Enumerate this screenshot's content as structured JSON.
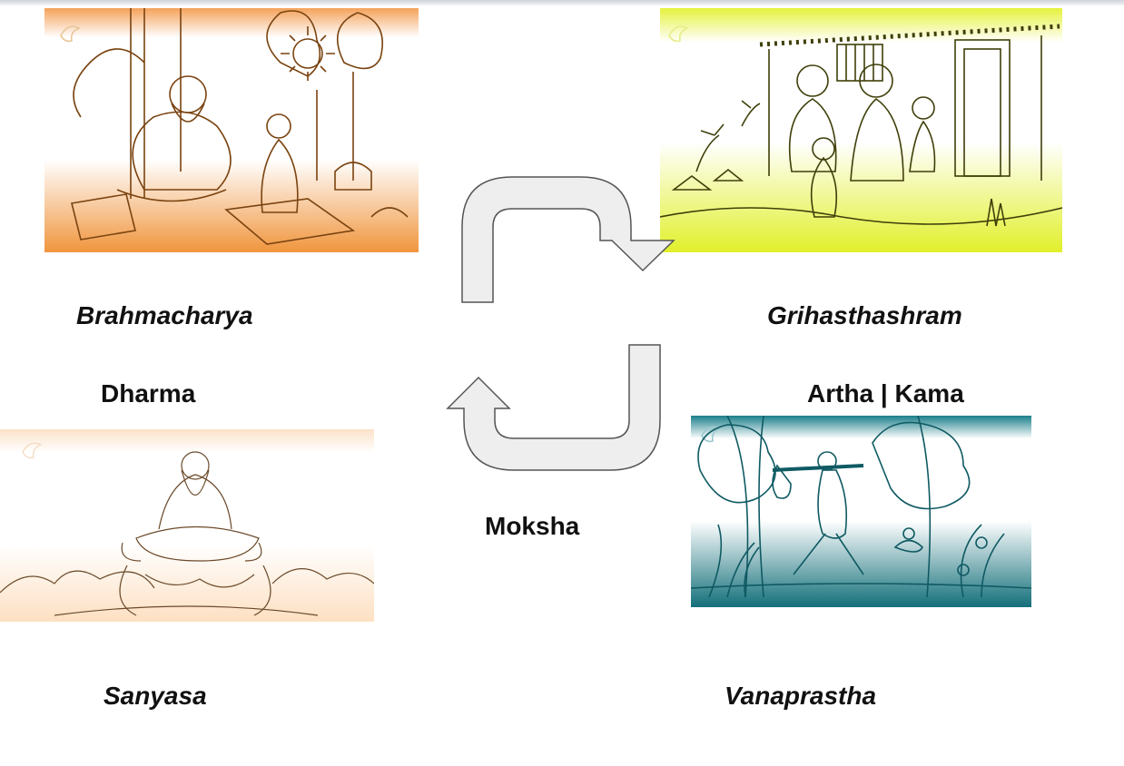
{
  "stages": {
    "brahmacharya": "Brahmacharya",
    "grihasthashram": "Grihasthashram",
    "sanyasa": "Sanyasa",
    "vanaprastha": "Vanaprastha"
  },
  "goals": {
    "dharma": "Dharma",
    "artha_kama": "Artha | Kama",
    "moksha": "Moksha"
  },
  "colors": {
    "brahmacharya_panel": "#f0953d",
    "grihasthashram_panel": "#e1f02a",
    "sanyasa_panel": "#fde0c2",
    "vanaprastha_panel": "#136f7a",
    "arrow_fill": "#eeeeee",
    "arrow_stroke": "#555555"
  },
  "illustrations": {
    "brahmacharya": "guru-teaching-student-illustration",
    "grihasthashram": "family-at-home-illustration",
    "sanyasa": "meditating-sage-illustration",
    "vanaprastha": "man-walking-to-forest-illustration"
  }
}
